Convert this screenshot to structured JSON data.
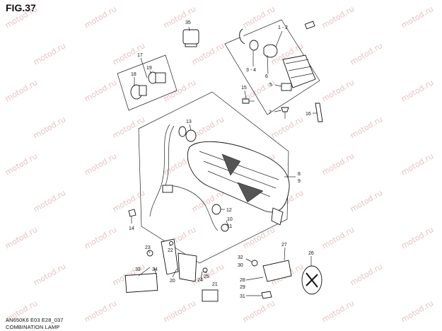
{
  "figure": {
    "title": "FIG.37",
    "model_code": "AN650K6 E03 E28_037",
    "caption": "COMBINATION LAMP"
  },
  "watermark": "motod.ru",
  "labels": {
    "l35": "35",
    "l1_2": "1 - 2",
    "l17": "17",
    "l18": "18",
    "l19": "19",
    "l3_4": "3 - 4",
    "l6": "6",
    "l5": "5",
    "l15": "15",
    "l7": "7",
    "l16": "16",
    "l13": "13",
    "l8": "8",
    "l9": "9",
    "l12": "12",
    "l10": "10",
    "l11": "11",
    "l14": "14",
    "l23": "23",
    "l22": "22",
    "l27": "27",
    "l26": "26",
    "l32": "32",
    "l30": "30",
    "l33": "33",
    "l34": "34",
    "l20": "20",
    "l24": "24",
    "l25": "25",
    "l21": "21",
    "l28": "28",
    "l29": "29",
    "l31": "31"
  }
}
